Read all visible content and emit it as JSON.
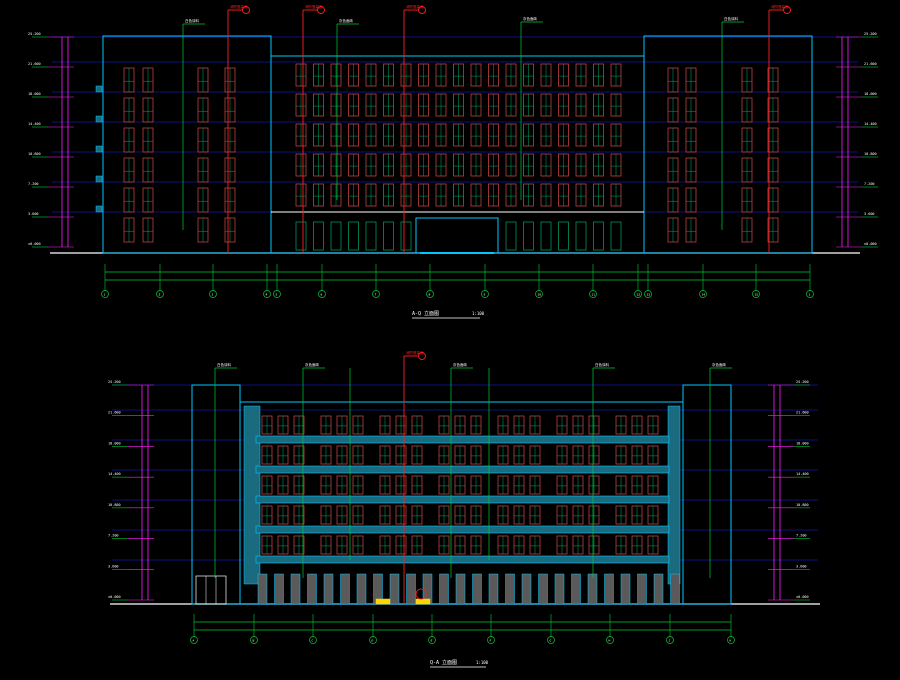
{
  "drawing": {
    "background": "#000000",
    "colors": {
      "outline": "#00c8ff",
      "wall": "#1a6b80",
      "window_frame": "#c04040",
      "window_glass": "#00aa66",
      "leader_green": "#00cc33",
      "leader_red": "#ff2020",
      "level_blue": "#2020ff",
      "dim_magenta": "#ff20ff",
      "white": "#ffffff",
      "yellow": "#ffd400"
    }
  },
  "elevations": [
    {
      "id": "upper",
      "caption": "A-Q 立面图",
      "scale": "1:100"
    },
    {
      "id": "lower",
      "caption": "Q-A 立面图",
      "scale": "1:100"
    }
  ],
  "callouts": {
    "red_tags": [
      "消防登高面",
      "消防登高面",
      "消防登高面",
      "消防登高面",
      "消防登高面"
    ],
    "green_tags_upper": [
      "白色涂料",
      "灰色面砖",
      "灰色面砖",
      "白色涂料"
    ],
    "green_tags_lower": [
      "白色涂料",
      "灰色面砖",
      "灰色面砖",
      "白色涂料",
      "灰色面砖"
    ]
  },
  "axis_labels_upper": [
    "1",
    "2",
    "3",
    "4",
    "5",
    "6",
    "7",
    "8",
    "9",
    "10",
    "11",
    "12",
    "13",
    "14",
    "15"
  ],
  "axis_labels_lower": [
    "A",
    "B",
    "C",
    "D",
    "E",
    "F",
    "G",
    "H",
    "J",
    "K"
  ],
  "levels_left": [
    "25.200",
    "21.600",
    "18.000",
    "14.400",
    "10.800",
    "7.200",
    "3.600",
    "±0.000"
  ]
}
